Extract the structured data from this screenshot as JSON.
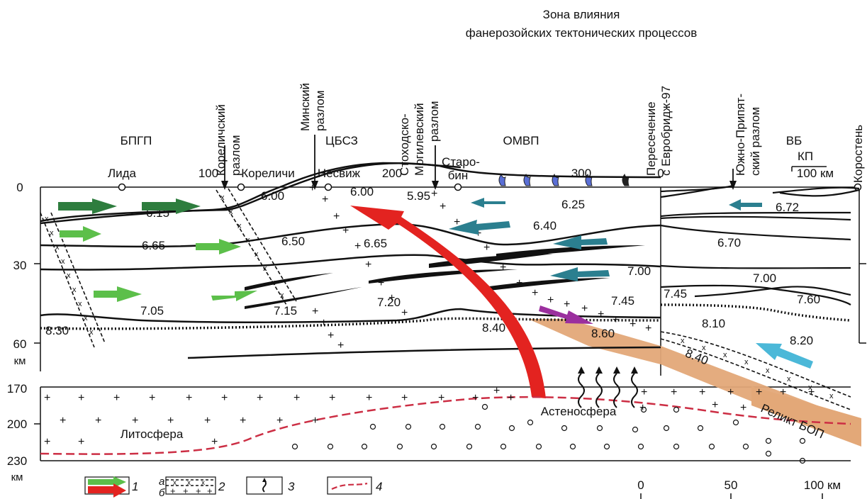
{
  "header": {
    "zone_line1": "Зона влияния",
    "zone_line2": "фанерозойских тектонических  процессов"
  },
  "regions": [
    "БПГП",
    "ЦБСЗ",
    "ОМВП",
    "ВБ"
  ],
  "faults": {
    "korelichi_1": "Кореличский",
    "korelichi_2": "разлом",
    "minsk_1": "Минский",
    "minsk_2": "разлом",
    "stokhod_1": "Стоходско-",
    "stokhod_2": "Могилевский",
    "stokhod_3": "разлом",
    "crossing_1": "Пересечение",
    "crossing_2": "с Евробридж-97",
    "pripyat_1": "Южно-Припят-",
    "pripyat_2": "ский разлом"
  },
  "towns": {
    "lida": "Лида",
    "korelichi": "Кореличи",
    "nesvizh": "Несвиж",
    "starobin_1": "Старо-",
    "starobin_2": "бин",
    "korosten": "Коростень"
  },
  "km_marks": {
    "m100": "100",
    "m200": "200",
    "m300": "300",
    "m0": "0",
    "m100km": "100 км",
    "kp": "КП"
  },
  "depth_axis": {
    "d0": "0",
    "d30": "30",
    "d60": "60",
    "km1": "км",
    "d170": "170",
    "d200": "200",
    "d230": "230",
    "km2": "км"
  },
  "velocities": {
    "v1": "6.15",
    "v2": "6.00",
    "v3": "6.00",
    "v4": "5.95",
    "v5": "6.25",
    "v6": "6.72",
    "v7": "6.40",
    "v8": "6.65",
    "v9": "6.50",
    "v10": "6.65",
    "v11": "6.70",
    "v12": "7.00",
    "v13": "7.00",
    "v14": "7.05",
    "v15": "7.15",
    "v16": "7.20",
    "v17": "7.45",
    "v18": "7.45",
    "v19": "7.60",
    "v20": "8.30",
    "v21": "8.40",
    "v22": "8.60",
    "v23": "8.10",
    "v24": "8.20",
    "v25": "8.40"
  },
  "lower": {
    "asthenosphere": "Астеносфера",
    "lithosphere": "Литосфера",
    "relic": "Реликт БОП"
  },
  "legend": {
    "n1": "1",
    "n2": "2",
    "n3": "3",
    "n4": "4",
    "a": "а",
    "b": "б"
  },
  "scale": {
    "s0": "0",
    "s50": "50",
    "s100": "100 км"
  },
  "colors": {
    "dark_green": "#2e7d3e",
    "light_green": "#5cbf4a",
    "teal": "#2b7f8f",
    "light_blue": "#4bb8d8",
    "red": "#e32320",
    "purple": "#9b2f9e",
    "relic_orange": "#e3a878",
    "lab_dashed": "#cc2e44"
  }
}
